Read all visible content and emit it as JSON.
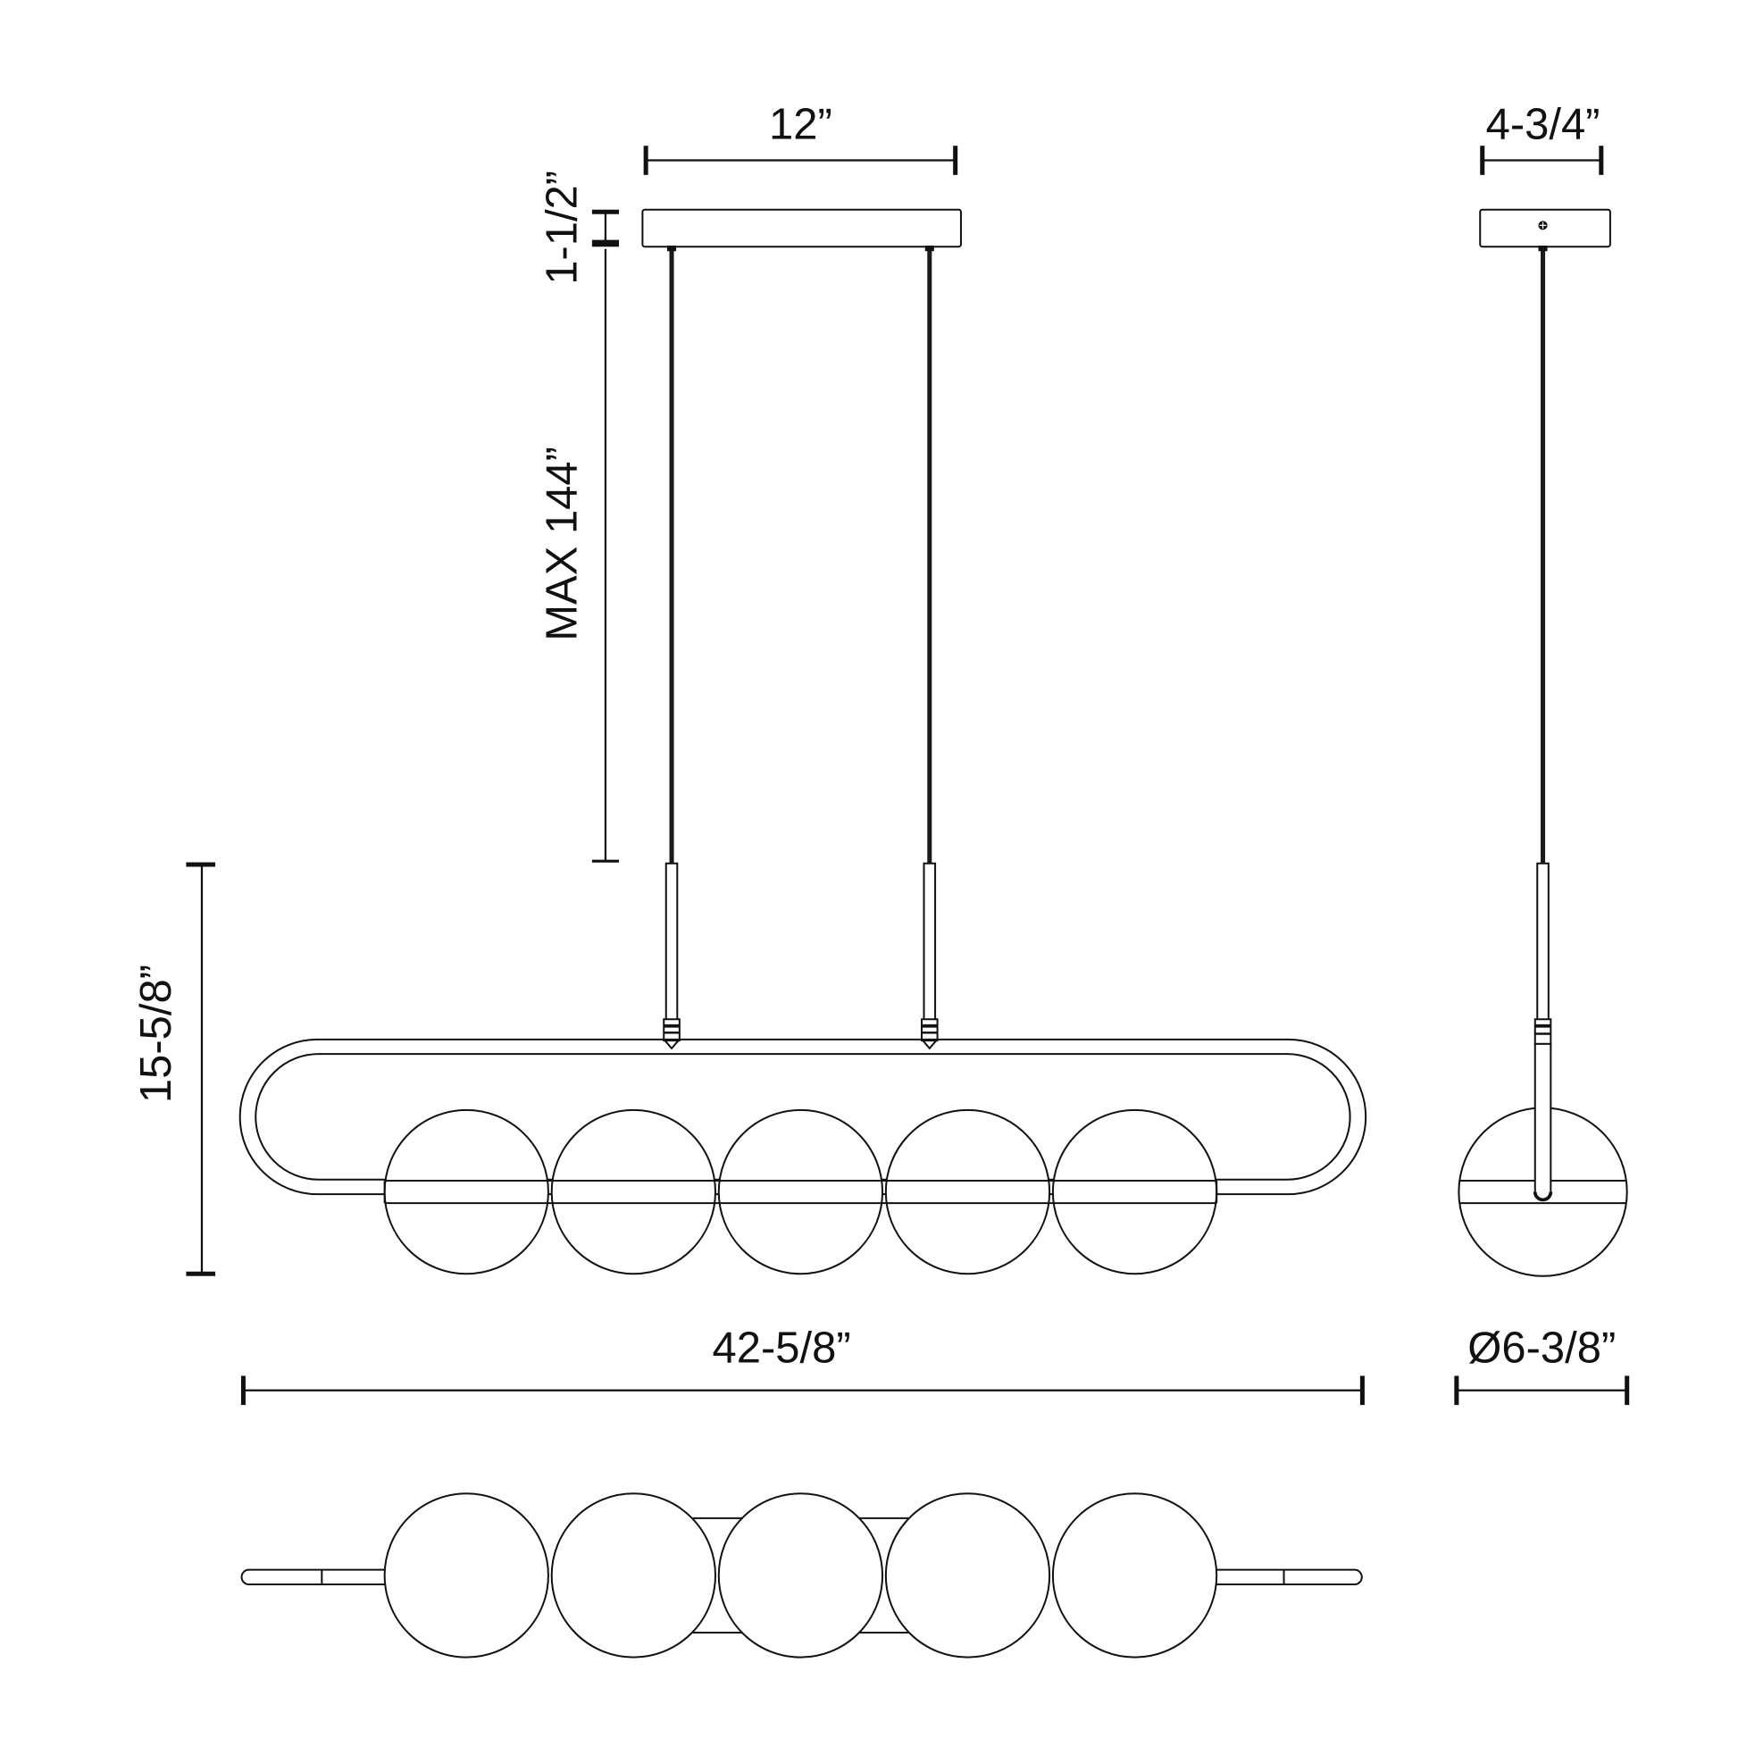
{
  "diagram": {
    "type": "product dimension drawing",
    "subject": "linear pendant with five globes",
    "line_color": "#111111",
    "background": "#ffffff"
  },
  "dimensions": {
    "canopy_length": "12”",
    "canopy_height": "1-1/2”",
    "max_cable": "MAX 144”",
    "fixture_height": "15-5/8”",
    "fixture_length": "42-5/8”",
    "canopy_width": "4-3/4”",
    "globe_diameter": "Ø6-3/8”"
  },
  "views": {
    "front": {
      "globe_count": 5,
      "cable_count": 2
    },
    "side": {
      "globe_count": 1,
      "cable_count": 1
    },
    "top": {
      "globe_count": 5
    }
  }
}
